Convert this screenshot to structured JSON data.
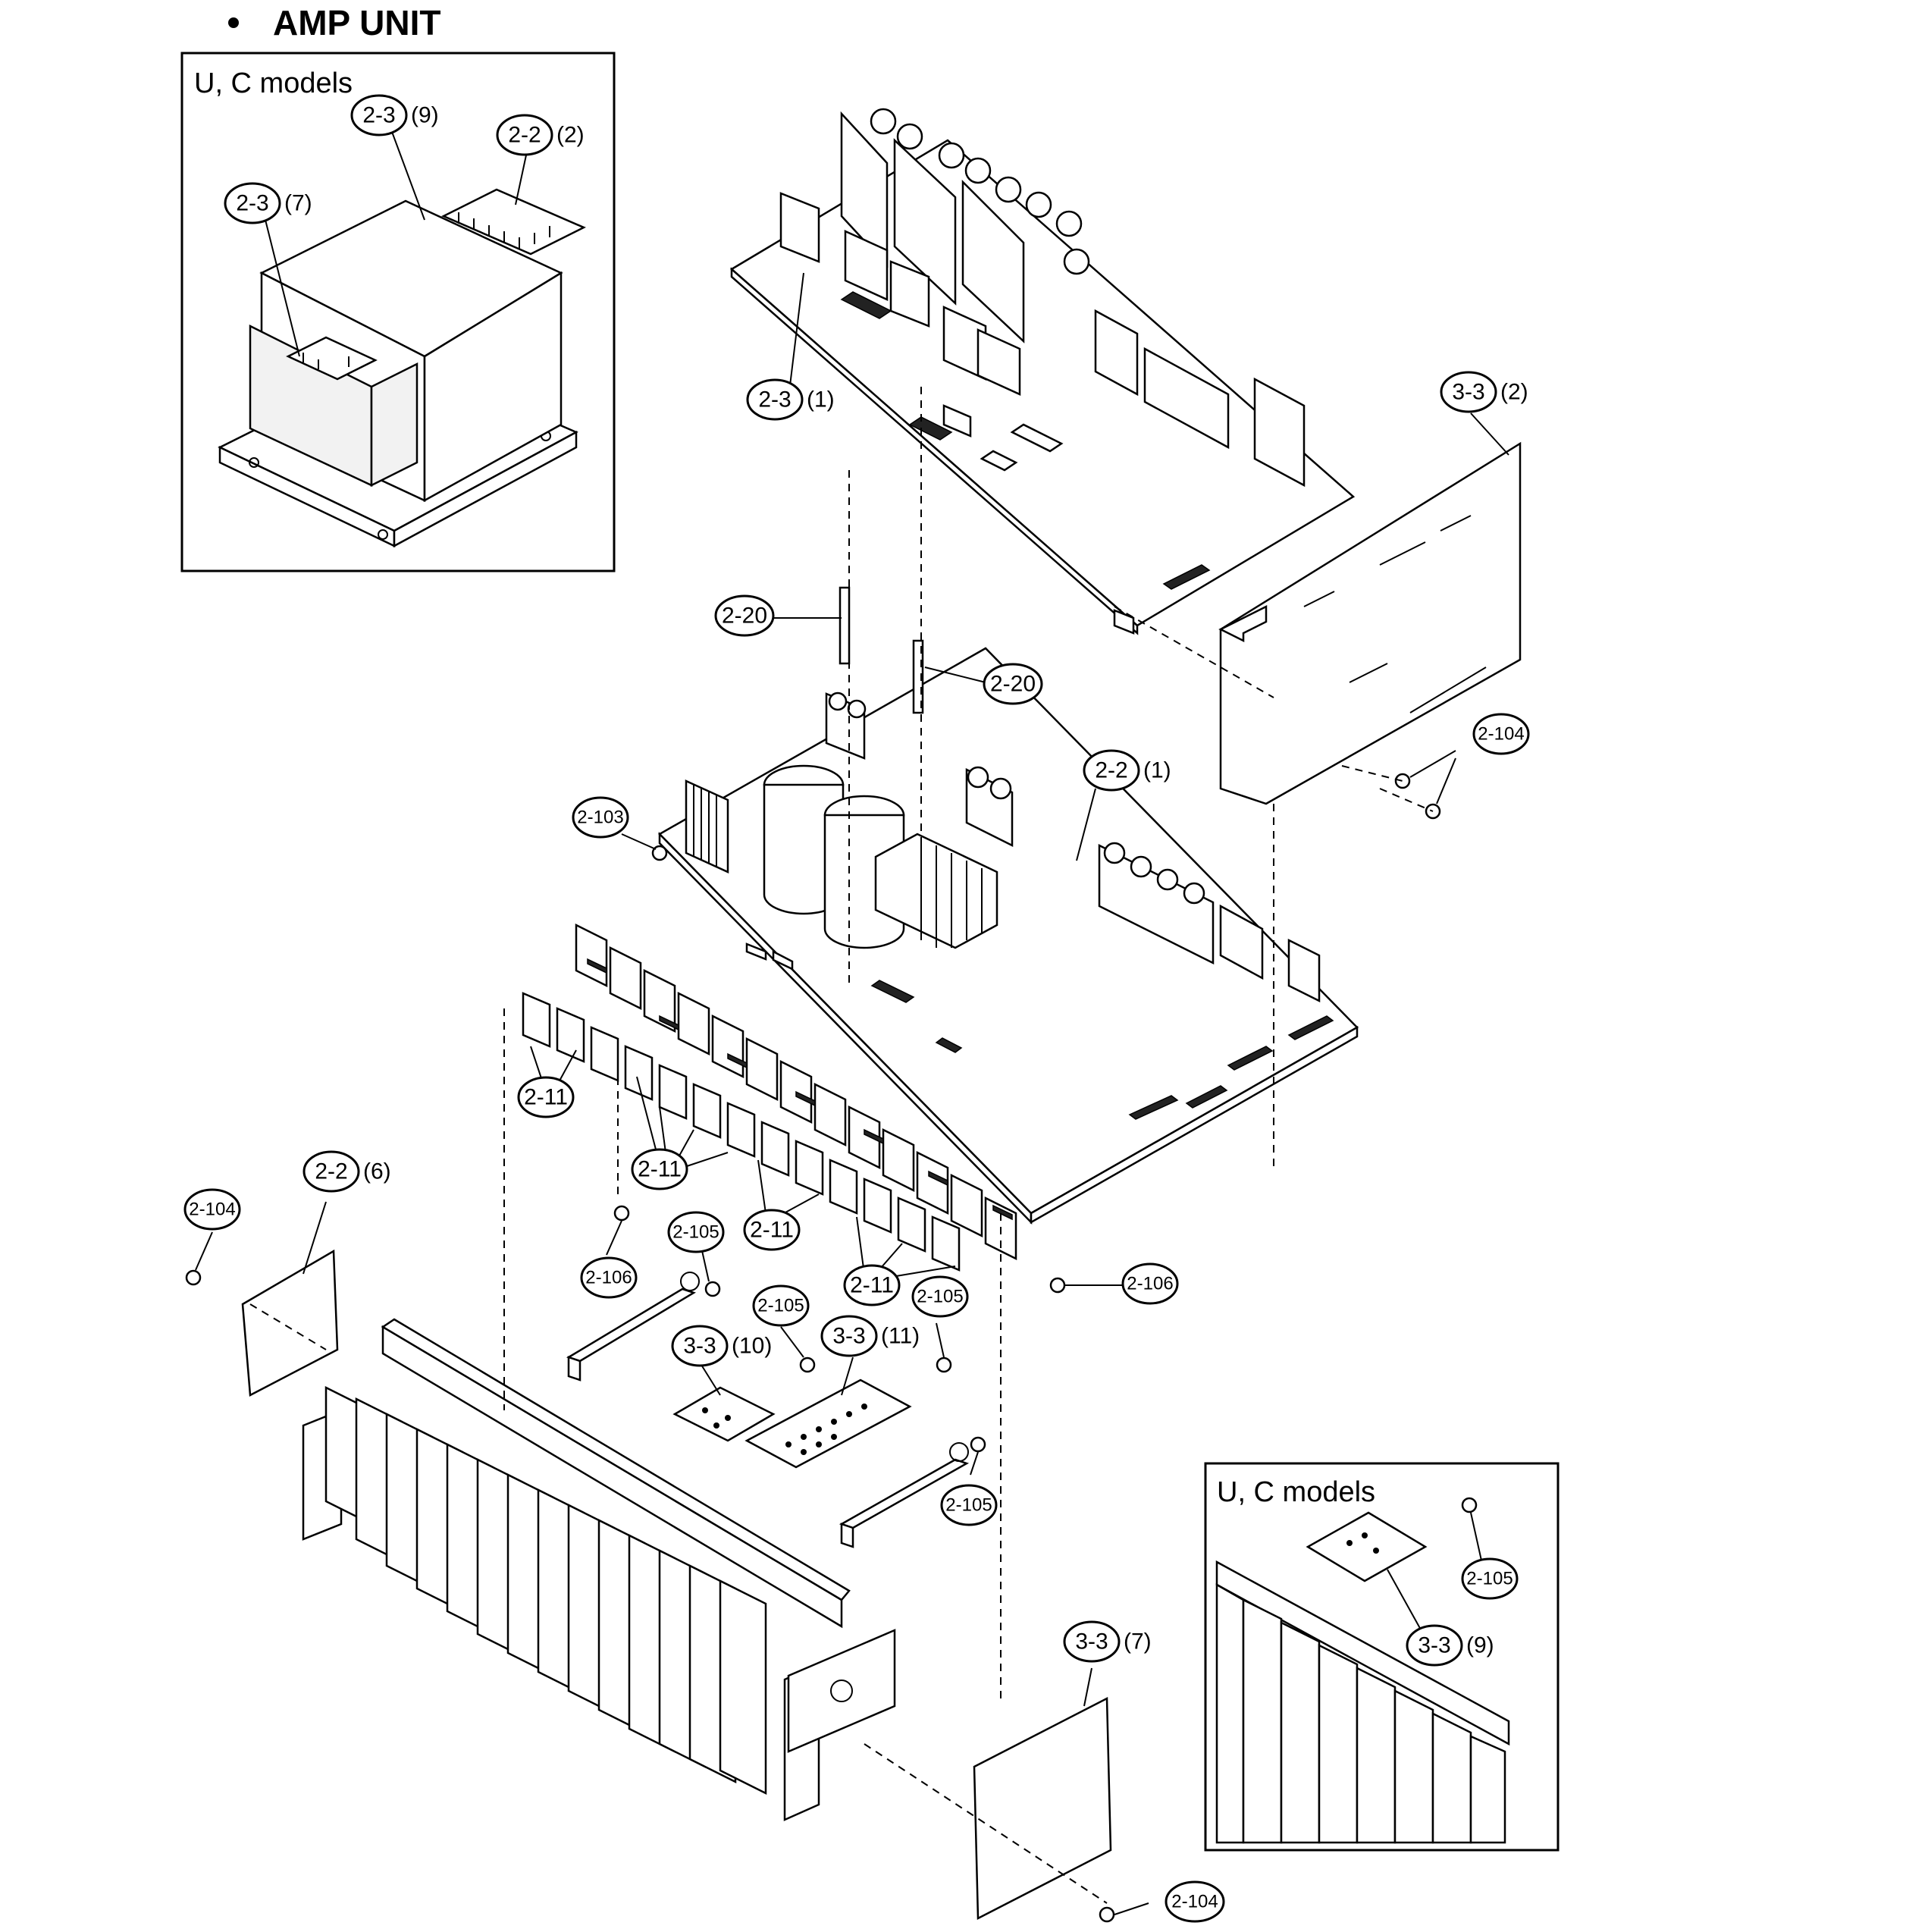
{
  "title": "AMP UNIT",
  "insets": [
    {
      "title": "U, C models"
    },
    {
      "title": "U, C models"
    }
  ],
  "callouts": [
    {
      "ref": "2-3",
      "qty": "(9)"
    },
    {
      "ref": "2-2",
      "qty": "(2)"
    },
    {
      "ref": "2-3",
      "qty": "(7)"
    },
    {
      "ref": "2-3",
      "qty": "(1)"
    },
    {
      "ref": "3-3",
      "qty": "(2)"
    },
    {
      "ref": "2-20",
      "qty": ""
    },
    {
      "ref": "2-20",
      "qty": ""
    },
    {
      "ref": "2-104",
      "qty": ""
    },
    {
      "ref": "2-2",
      "qty": "(1)"
    },
    {
      "ref": "2-103",
      "qty": ""
    },
    {
      "ref": "2-11",
      "qty": ""
    },
    {
      "ref": "2-11",
      "qty": ""
    },
    {
      "ref": "2-11",
      "qty": ""
    },
    {
      "ref": "2-11",
      "qty": ""
    },
    {
      "ref": "2-2",
      "qty": "(6)"
    },
    {
      "ref": "2-104",
      "qty": ""
    },
    {
      "ref": "2-105",
      "qty": ""
    },
    {
      "ref": "2-106",
      "qty": ""
    },
    {
      "ref": "2-106",
      "qty": ""
    },
    {
      "ref": "2-105",
      "qty": ""
    },
    {
      "ref": "2-105",
      "qty": ""
    },
    {
      "ref": "3-3",
      "qty": "(10)"
    },
    {
      "ref": "3-3",
      "qty": "(11)"
    },
    {
      "ref": "2-105",
      "qty": ""
    },
    {
      "ref": "2-105",
      "qty": ""
    },
    {
      "ref": "3-3",
      "qty": "(9)"
    },
    {
      "ref": "3-3",
      "qty": "(7)"
    },
    {
      "ref": "2-104",
      "qty": ""
    }
  ]
}
